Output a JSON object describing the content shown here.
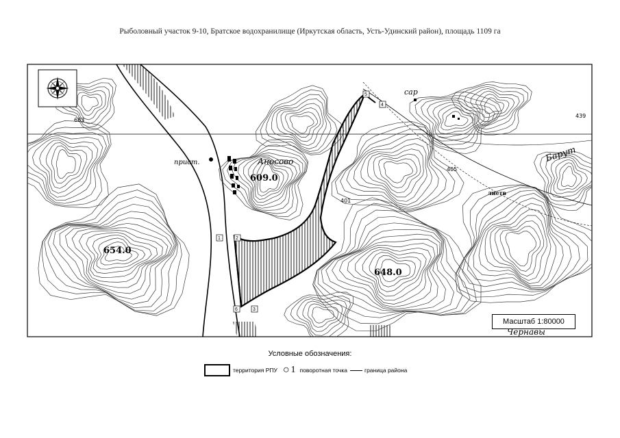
{
  "document": {
    "title": "Рыболовный участок 9-10, Братское водохранилище (Иркутская область, Усть-Удинский район), площадь 1109 га"
  },
  "map": {
    "colors": {
      "ink": "#000000",
      "paper": "#ffffff",
      "contour": "#3a3a3a"
    },
    "icons": [
      "compass-rose-icon"
    ],
    "elevations": [
      "609.0",
      "654.0",
      "648.0"
    ],
    "contour_labels": [
      "683",
      "439",
      "405",
      "401"
    ],
    "place_labels": [
      "прист.",
      "Аносово",
      "сар",
      "Барут",
      "листв",
      "Чернавы"
    ],
    "turning_points": [
      "1",
      "2",
      "3",
      "4",
      "5",
      "6"
    ],
    "scale": "Масштаб 1:80000"
  },
  "legend": {
    "title": "Условные обозначения:",
    "territory_label": "территория РПУ",
    "point_symbol": "1",
    "point_label": "поворотная точка",
    "boundary_label": "граница района"
  }
}
